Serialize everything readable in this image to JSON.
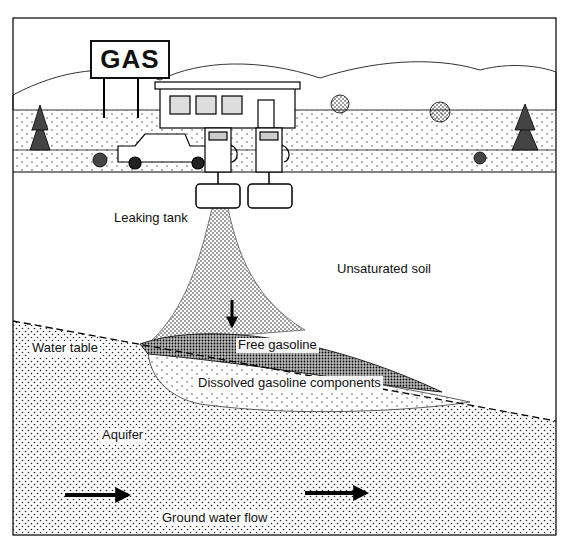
{
  "diagram": {
    "nodes": [
      {
        "text": [
          "GAS"
        ]
      }
    ],
    "labels": [
      "Leaking tank",
      "Unsaturated soil",
      "Free gasoline",
      "Dissolved gasoline components",
      "Water table",
      "Aquifer",
      "Ground water flow"
    ]
  }
}
